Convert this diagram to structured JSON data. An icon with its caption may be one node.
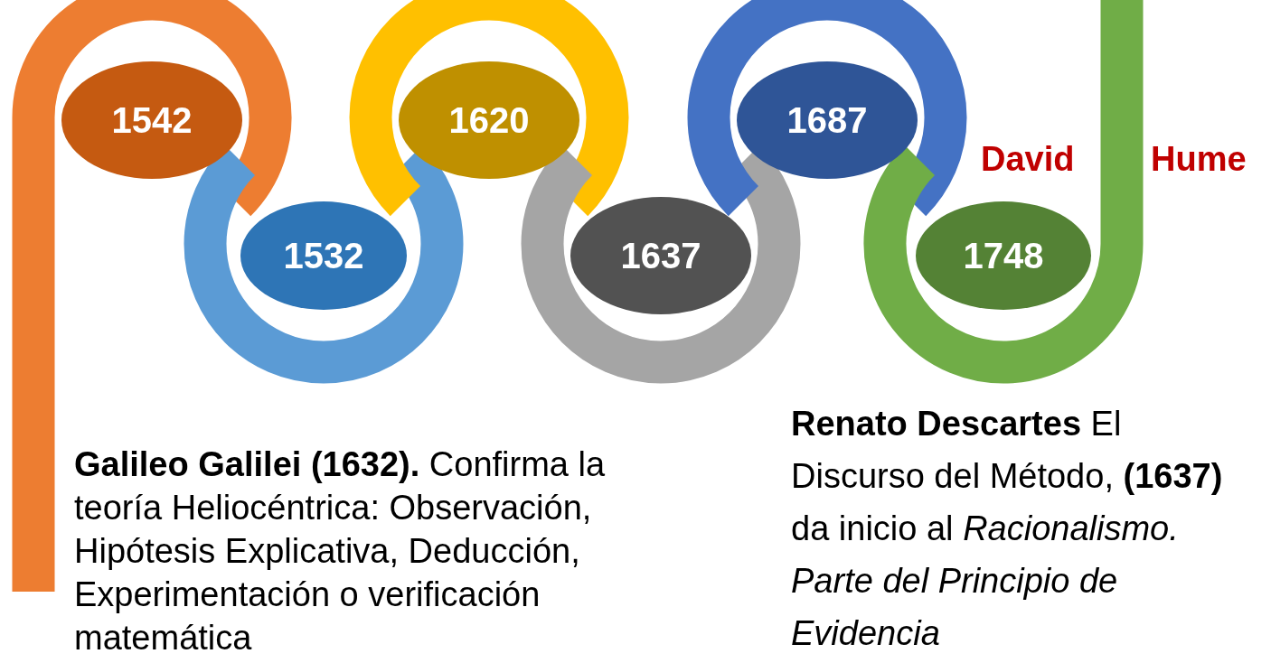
{
  "diagram": {
    "nodes": [
      {
        "text": [
          "1542"
        ]
      },
      {
        "text": [
          "1532"
        ]
      },
      {
        "text": [
          "1620"
        ]
      },
      {
        "text": [
          "1637"
        ]
      },
      {
        "text": [
          "1687"
        ]
      },
      {
        "text": [
          "1748"
        ]
      }
    ],
    "labels": [
      "David",
      "Hume",
      "**Galileo Galilei (1632).** Confirma la teoría Heliocéntrica: Observación, Hipótesis Explicativa, Deducción, Experimentación o verificación matemática",
      "**Renato Descartes** El Discurso del Método, **(1637)**  da inicio al *Racionalismo. Parte del Principio de Evidencia*"
    ]
  }
}
